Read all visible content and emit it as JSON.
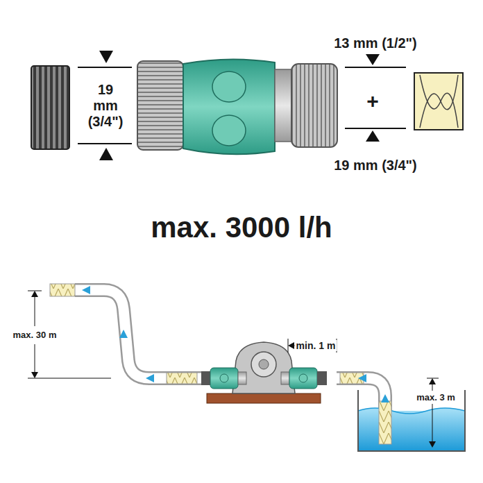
{
  "diagram": {
    "title": "max. 3000 l/h",
    "labels": [
      "19 mm (3/4\")",
      "13 mm (1/2\")",
      "+",
      "19 mm (3/4\")",
      "max. 30 m",
      "min. 1 m",
      "max. 3 m"
    ]
  }
}
